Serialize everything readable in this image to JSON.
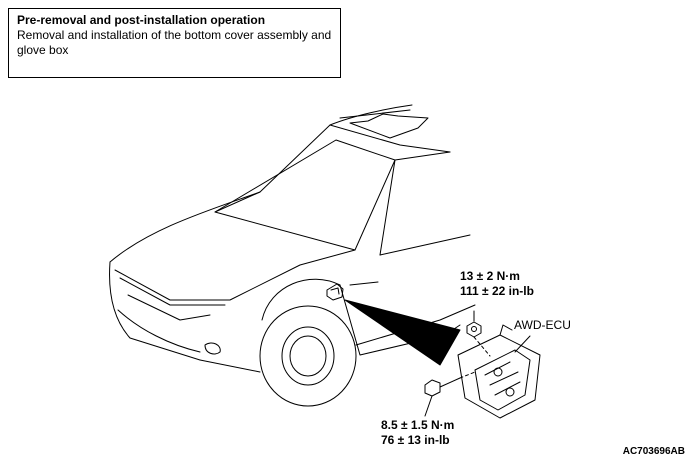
{
  "note": {
    "title": "Pre-removal and post-installation operation",
    "body": "Removal and installation of the bottom cover assembly and glove box"
  },
  "labels": {
    "nut_torque_nm": "13 ± 2 N·m",
    "nut_torque_inlb": "111 ± 22 in-lb",
    "ecu": "AWD-ECU",
    "bolt_torque_nm": "8.5 ± 1.5 N·m",
    "bolt_torque_inlb": "76 ± 13 in-lb",
    "figure_code": "AC703696AB"
  }
}
